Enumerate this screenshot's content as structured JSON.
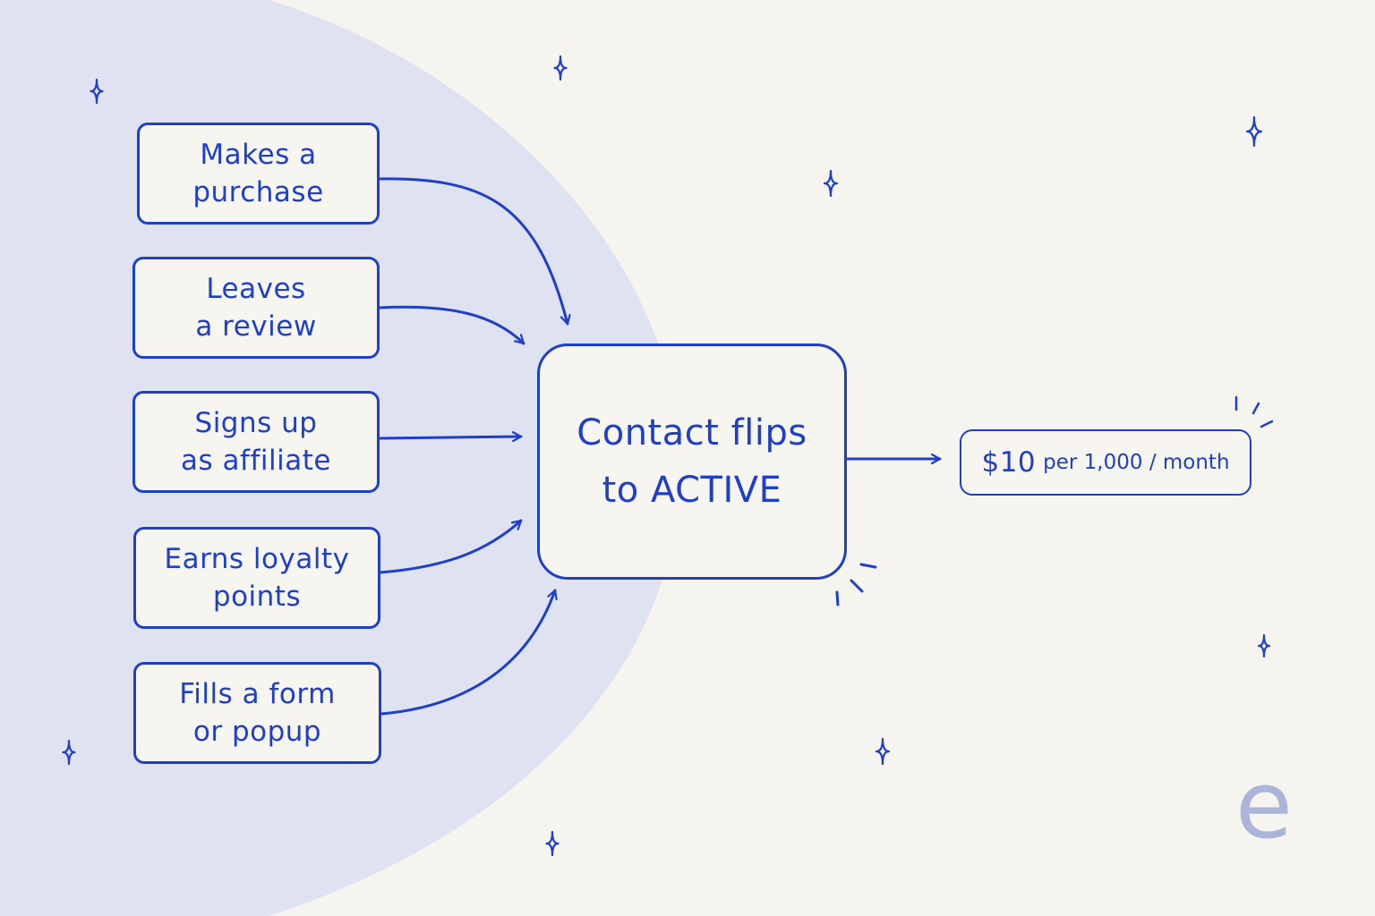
{
  "colors": {
    "background": "#f5f4ef",
    "blob": "#dfe3f1",
    "ink": "#1f3fc9",
    "logo": "#aab5d9"
  },
  "triggers": [
    {
      "lines": [
        "Makes a",
        "purchase"
      ]
    },
    {
      "lines": [
        "Leaves",
        "a review"
      ]
    },
    {
      "lines": [
        "Signs up",
        "as affiliate"
      ]
    },
    {
      "lines": [
        "Earns loyalty",
        "points"
      ]
    },
    {
      "lines": [
        "Fills a form",
        "or popup"
      ]
    }
  ],
  "center": {
    "lines": [
      "Contact flips",
      "to ACTIVE"
    ]
  },
  "price": {
    "main": "$10",
    "rest": "per 1,000 / month"
  },
  "logo": {
    "glyph": "e"
  },
  "icons": {
    "decoration": "sparkle-icon"
  }
}
